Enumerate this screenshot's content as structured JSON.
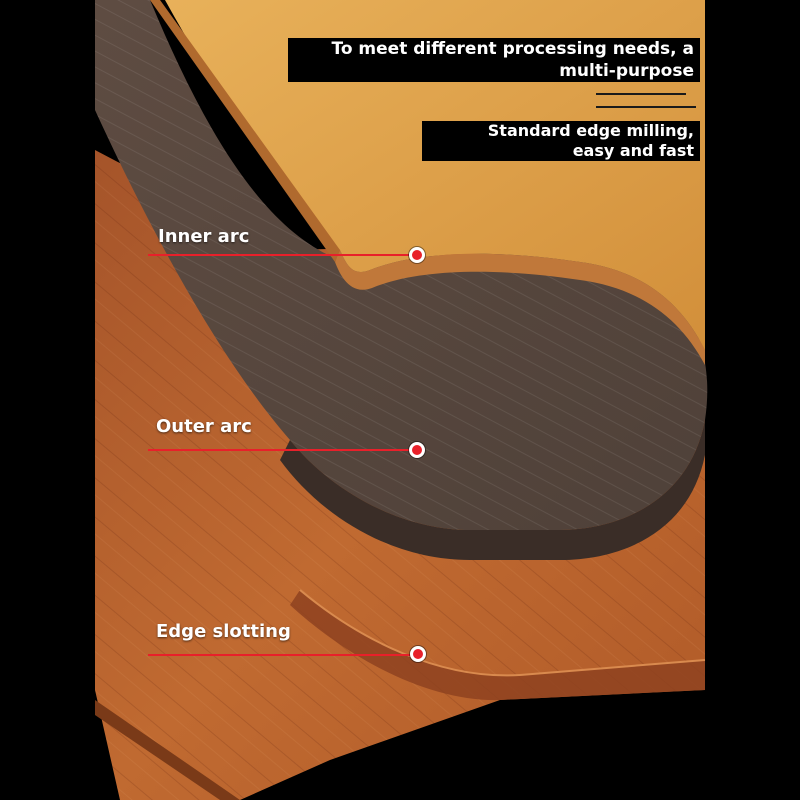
{
  "captions": {
    "top_line1": "To meet different processing needs, a",
    "top_line2": "multi-purpose",
    "bottom_line1": "Standard edge milling,",
    "bottom_line2": "easy and fast"
  },
  "callouts": [
    {
      "label": "Inner arc"
    },
    {
      "label": "Outer arc"
    },
    {
      "label": "Edge slotting"
    }
  ],
  "colors": {
    "background": "#000000",
    "top_board": "#dca24a",
    "middle_board": "#5a4a41",
    "bottom_board": "#b7642c",
    "accent_red": "#e8202a"
  }
}
